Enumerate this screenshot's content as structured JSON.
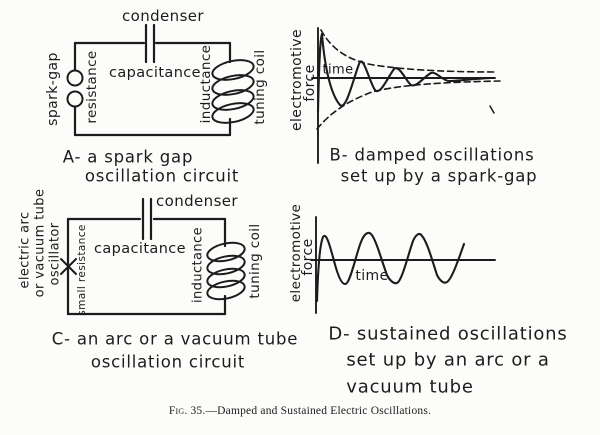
{
  "figure": {
    "caption_prefix": "Fig. 35.",
    "caption_rest": "—Damped and Sustained Electric Oscillations."
  },
  "colors": {
    "ink": "#1c1c1c",
    "background": "#fcfcfa"
  },
  "panel_a": {
    "caption_line1": "A- a spark gap",
    "caption_line2": "oscillation circuit",
    "labels": {
      "condenser": "condenser",
      "spark_gap": "spark-gap",
      "resistance": "resistance",
      "capacitance": "capacitance",
      "inductance": "inductance",
      "tuning_coil": "tuning coil"
    }
  },
  "panel_b": {
    "caption_line1": "B- damped oscillations",
    "caption_line2": "set up by a spark-gap",
    "wave_type": "damped oscillation with dashed decay envelope",
    "labels": {
      "emf_line1": "electromotive",
      "emf_line2": "force",
      "time": "time"
    }
  },
  "panel_c": {
    "caption_line1": "C- an arc or a vacuum tube",
    "caption_line2": "oscillation circuit",
    "labels": {
      "source_line1": "electric arc",
      "source_line2": "or vacuum tube",
      "source_line3": "oscillator",
      "condenser": "condenser",
      "small_resistance": "small resistance",
      "capacitance": "capacitance",
      "inductance": "inductance",
      "tuning_coil": "tuning coil"
    }
  },
  "panel_d": {
    "caption_line1": "D- sustained oscillations",
    "caption_line2": "set up by an arc or a",
    "caption_line3": "vacuum tube",
    "wave_type": "sustained constant-amplitude oscillation",
    "labels": {
      "emf_line1": "electromotive",
      "emf_line2": "force",
      "time": "time"
    }
  }
}
